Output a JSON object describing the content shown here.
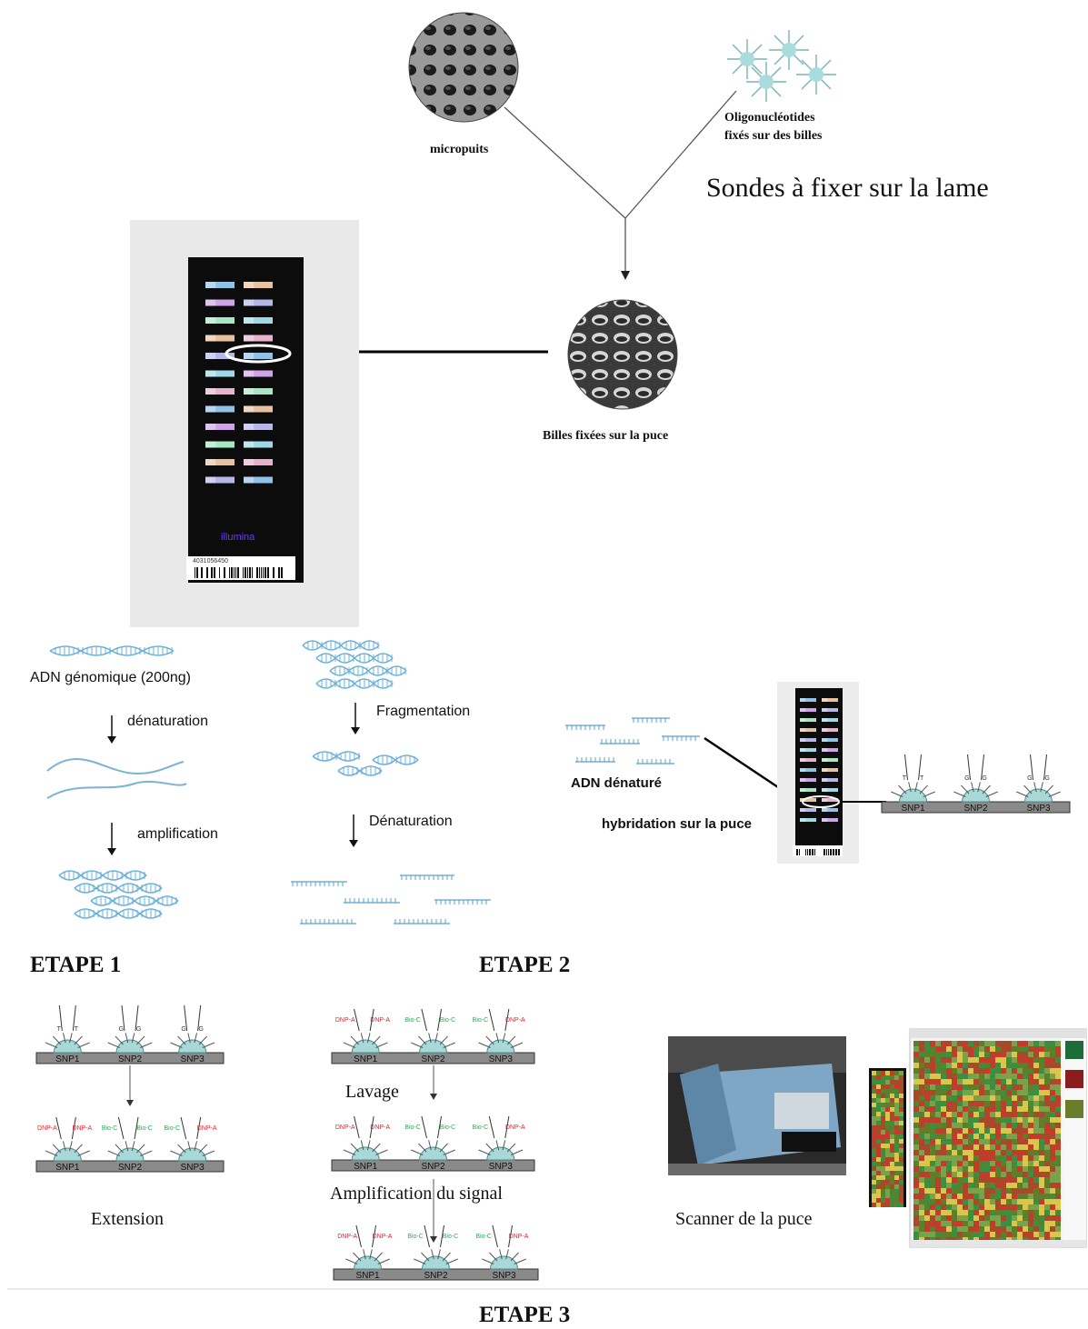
{
  "top": {
    "micropuits_label": "micropuits",
    "oligo_label_line1": "Oligonucléotides",
    "oligo_label_line2": "fixés sur des billes",
    "sondes_title": "Sondes à fixer sur la lame",
    "billes_label": "Billes fixées sur la puce"
  },
  "chip": {
    "brand": "illumina",
    "barcode_number": "4031056450"
  },
  "etape1": {
    "title": "ETAPE 1",
    "adn_label": "ADN génomique (200ng)",
    "step_denaturation": "dénaturation",
    "step_amplification": "amplification"
  },
  "etape2": {
    "title": "ETAPE 2",
    "step_fragmentation": "Fragmentation",
    "step_denaturation": "Dénaturation",
    "adn_denature": "ADN dénaturé",
    "hybridation": "hybridation sur la puce"
  },
  "snp": {
    "labels": [
      "SNP1",
      "SNP2",
      "SNP3"
    ],
    "bases": [
      "T",
      "G",
      "G"
    ],
    "dnp_label": "DNP-A",
    "bio_label": "Bio-C",
    "colors": {
      "dnp": "#e8202a",
      "bio": "#22b04b",
      "bead": "#a8d8d8",
      "bar": "#8a8a8a"
    }
  },
  "etape3": {
    "title": "ETAPE 3",
    "extension": "Extension",
    "lavage": "Lavage",
    "amplification_signal": "Amplification du signal",
    "scanner": "Scanner de la puce"
  }
}
